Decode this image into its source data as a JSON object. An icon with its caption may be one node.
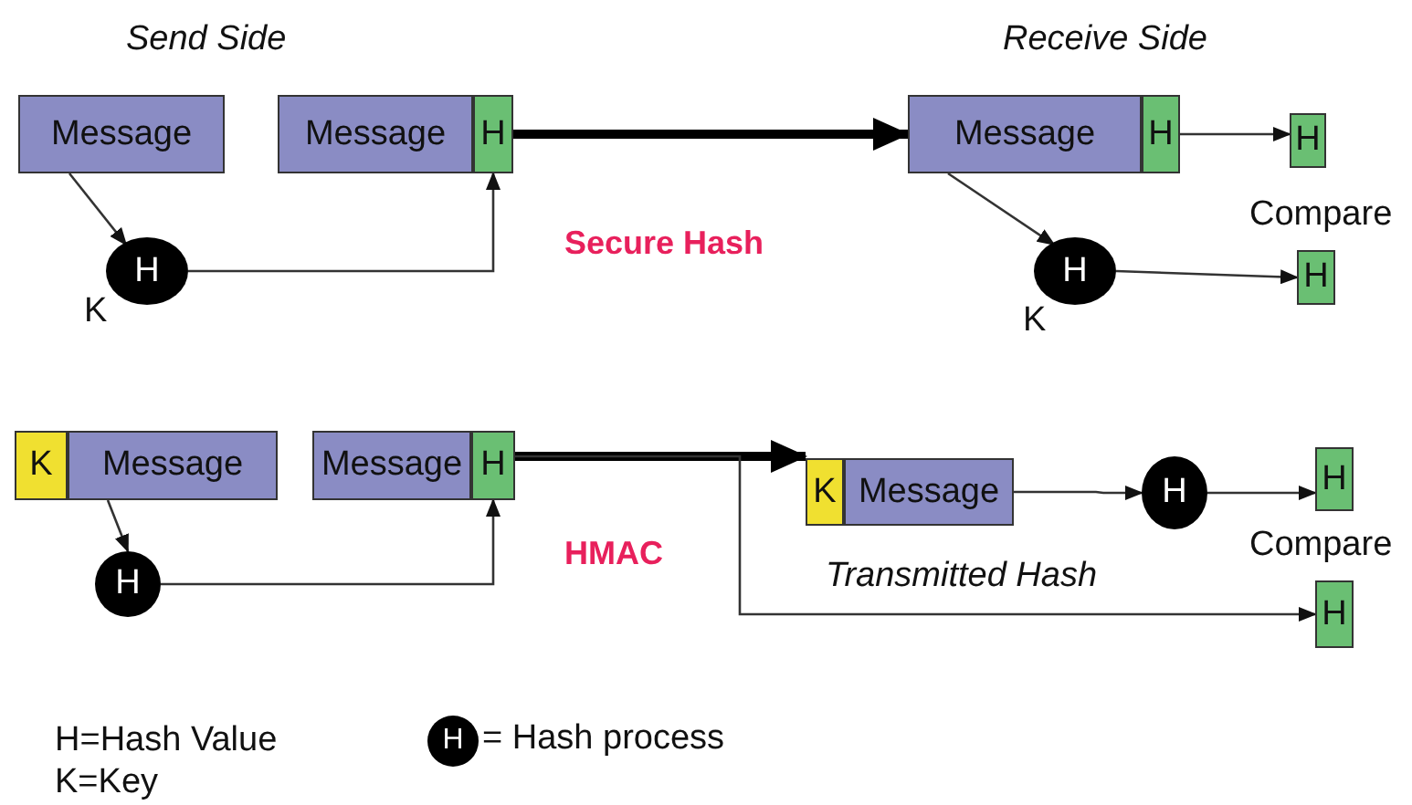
{
  "diagram": {
    "nodes": [
      {
        "text": [
          "Message"
        ]
      },
      {
        "text": [
          "H"
        ],
        "beside": [
          "K"
        ]
      },
      {
        "text": [
          "Message"
        ]
      },
      {
        "text": [
          "H"
        ]
      },
      {
        "text": [
          "Message"
        ]
      },
      {
        "text": [
          "H"
        ]
      },
      {
        "text": [
          "H"
        ]
      },
      {
        "text": [
          "H"
        ],
        "beside": [
          "K"
        ]
      },
      {
        "text": [
          "H"
        ]
      },
      {
        "text": [
          "K"
        ]
      },
      {
        "text": [
          "Message"
        ]
      },
      {
        "text": [
          "Message"
        ]
      },
      {
        "text": [
          "H"
        ]
      },
      {
        "text": [
          "H"
        ]
      },
      {
        "text": [
          "K"
        ]
      },
      {
        "text": [
          "Message"
        ]
      },
      {
        "text": [
          "H"
        ]
      },
      {
        "text": [
          "H"
        ]
      },
      {
        "text": [
          "H"
        ]
      },
      {
        "text": [
          "H"
        ],
        "beside": [
          "= Hash process"
        ]
      }
    ],
    "edges": [
      {
        "from": 0,
        "to": 1,
        "arrow": "to"
      },
      {
        "from": 1,
        "to": 3,
        "arrow": "to"
      },
      {
        "from": 3,
        "to": 4,
        "arrow": "to",
        "style": "thick"
      },
      {
        "from": 4,
        "to": 7,
        "arrow": "to"
      },
      {
        "from": 5,
        "to": 6,
        "arrow": "to"
      },
      {
        "from": 7,
        "to": 8,
        "arrow": "to"
      },
      {
        "from": 10,
        "to": 13,
        "arrow": "to"
      },
      {
        "from": 13,
        "to": 12,
        "arrow": "to"
      },
      {
        "from": 12,
        "to": 14,
        "arrow": "to",
        "style": "thick"
      },
      {
        "from": 12,
        "to": 18,
        "arrow": "to"
      },
      {
        "from": 15,
        "to": 16,
        "arrow": "to"
      },
      {
        "from": 16,
        "to": 17,
        "arrow": "to"
      }
    ],
    "labels": [
      "Send Side",
      "Receive Side",
      "Secure Hash",
      "Compare",
      "HMAC",
      "Compare",
      "Transmitted Hash",
      "H=Hash Value",
      "K=Key"
    ]
  }
}
